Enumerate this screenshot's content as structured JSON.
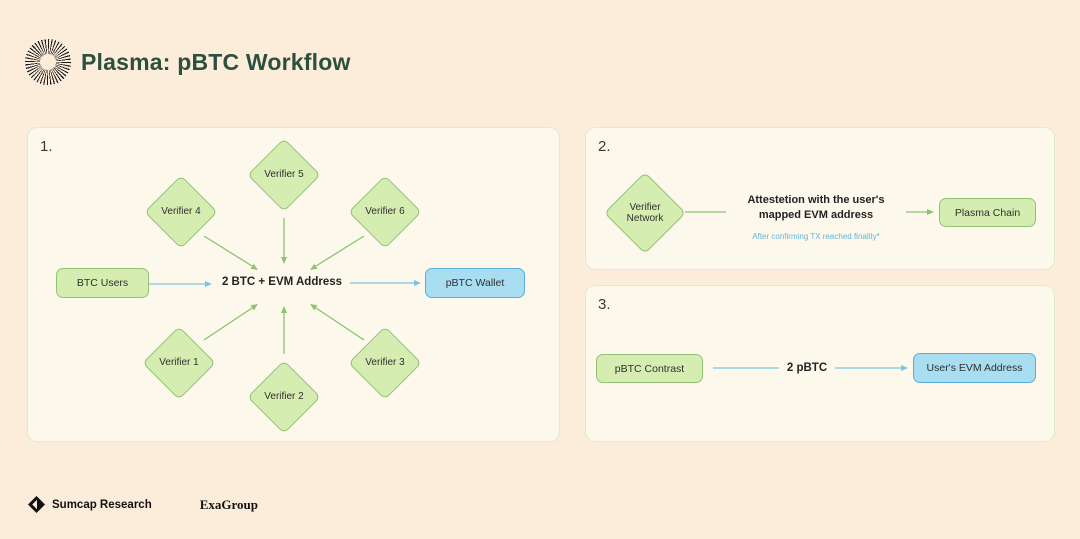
{
  "header": {
    "title": "Plasma: pBTC Workflow"
  },
  "panel1": {
    "number": "1.",
    "verifiers": [
      "Verifier 1",
      "Verifier 2",
      "Verifier 3",
      "Verifier 4",
      "Verifier 5",
      "Verifier 6"
    ],
    "btc_users": "BTC Users",
    "center_label": "2 BTC + EVM Address",
    "pbtc_wallet": "pBTC Wallet"
  },
  "panel2": {
    "number": "2.",
    "verifier_network": "Verifier Network",
    "arrow_label": "Attestetion with the user's mapped EVM address",
    "arrow_note": "After confirming TX reached finality*",
    "plasma_chain": "Plasma Chain"
  },
  "panel3": {
    "number": "3.",
    "pbtc_contract": "pBTC Contrast",
    "arrow_label": "2 pBTC",
    "evm_address": "User's EVM Address"
  },
  "footer": {
    "brand_primary": "Sumcap Research",
    "brand_secondary": "ExaGroup"
  },
  "colors": {
    "background": "#fcecda",
    "panel_bg": "#fcf8eb",
    "panel_border": "#dfeccb",
    "green_fill": "#d6edb2",
    "green_border": "#94c178",
    "blue_fill": "#a9ddf1",
    "blue_border": "#56b0d8",
    "title": "#2d4f3f",
    "arrow_green": "#8cc36f",
    "arrow_blue": "#7cc4e0",
    "note_blue": "#5fb6da"
  }
}
